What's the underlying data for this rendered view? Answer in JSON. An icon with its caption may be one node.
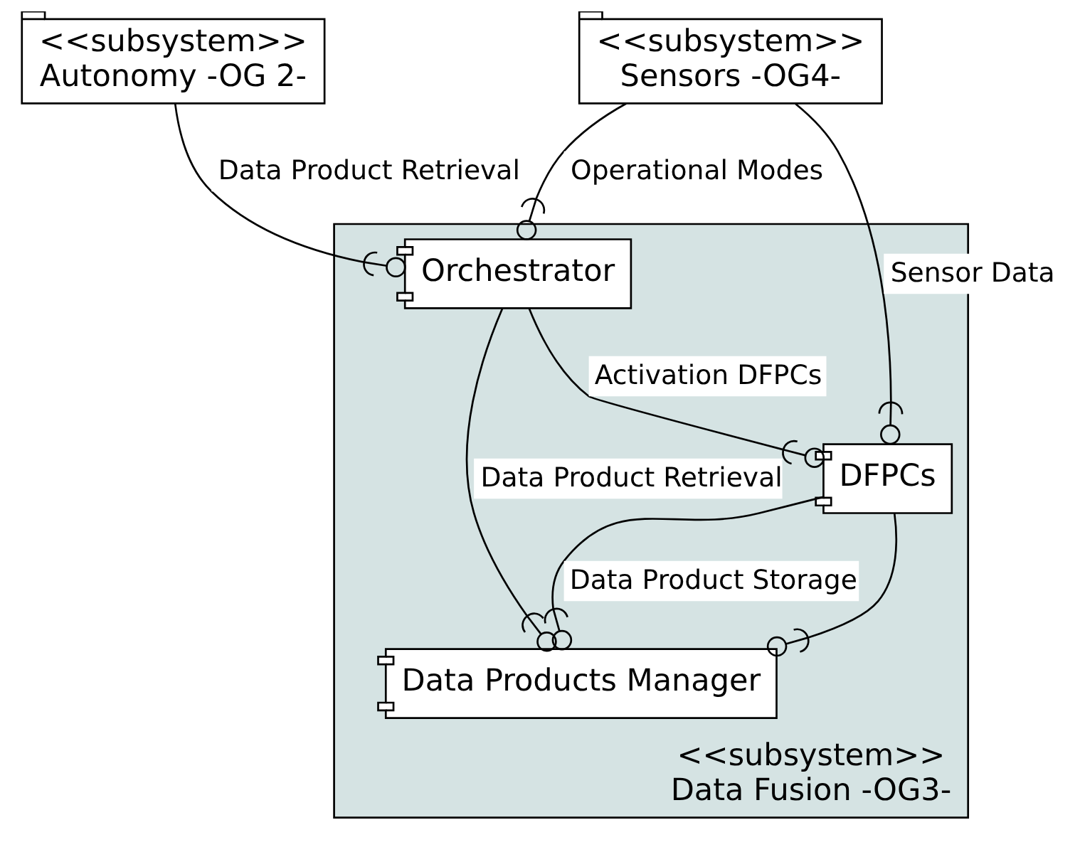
{
  "diagram": {
    "nodes": [
      {
        "text": [
          "<<subsystem>>",
          "Autonomy -OG 2-"
        ]
      },
      {
        "text": [
          "<<subsystem>>",
          "Data Fusion -OG3-"
        ]
      },
      {
        "text": [
          "Orchestrator"
        ],
        "in": 1
      },
      {
        "text": [
          "DFPCs"
        ],
        "in": 1
      },
      {
        "text": [
          "Data Products Manager"
        ],
        "in": 1
      },
      {
        "text": [
          "<<subsystem>>",
          "Sensors -OG4-"
        ]
      }
    ],
    "edges": [
      {
        "from": 0,
        "to": 2,
        "arrow": "other",
        "label": "Data Product Retrieval"
      },
      {
        "from": 5,
        "to": 2,
        "arrow": "other",
        "label": "Operational Modes"
      },
      {
        "from": 2,
        "to": 3,
        "arrow": "other",
        "label": "Activation DFPCs"
      },
      {
        "from": 2,
        "to": 4,
        "arrow": "other",
        "label": "Data Product Retrieval"
      },
      {
        "from": 5,
        "to": 3,
        "arrow": "other",
        "label": "Sensor Data"
      },
      {
        "from": 3,
        "to": 4,
        "arrow": "other"
      },
      {
        "from": 3,
        "to": 4,
        "arrow": "other",
        "label": "Data Product Storage"
      }
    ]
  }
}
